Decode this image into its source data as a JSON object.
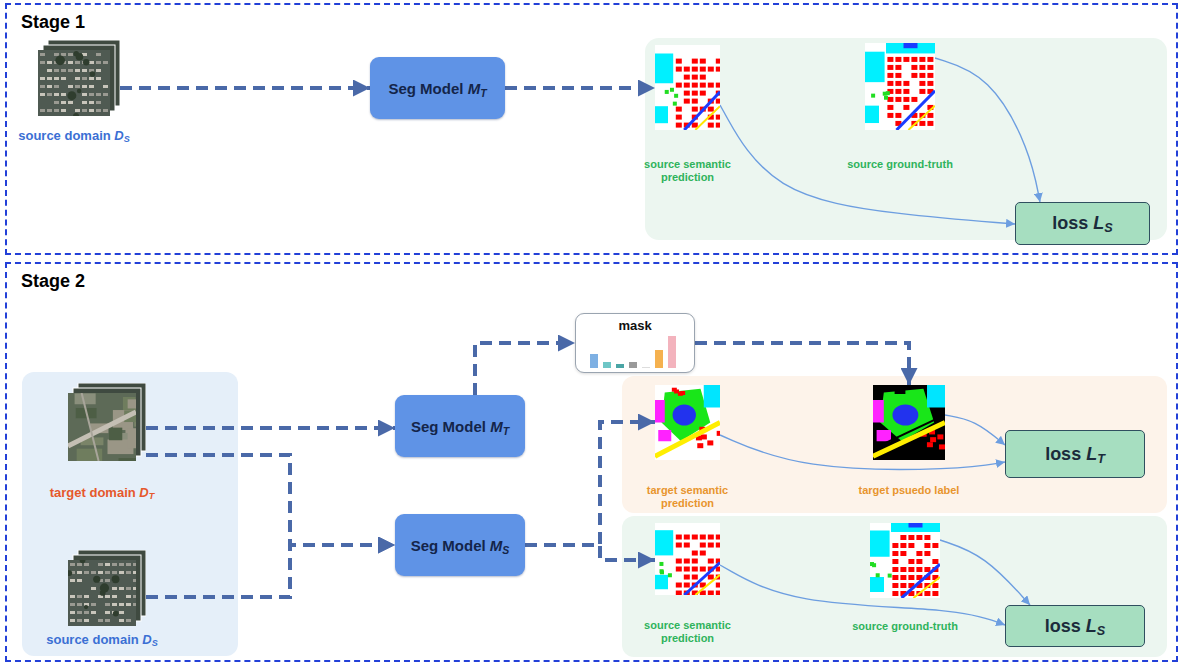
{
  "diagram": {
    "nodes": [
      {
        "text": [
          "Stage 1"
        ]
      },
      {
        "text": [
          "source domain DS"
        ],
        "in": 0
      },
      {
        "text": [
          "Seg Model MT"
        ],
        "in": 0
      },
      {
        "text": [
          "source semantic prediction"
        ],
        "in": 0
      },
      {
        "text": [
          "source ground-truth"
        ],
        "in": 0
      },
      {
        "text": [
          "loss LS"
        ],
        "in": 0
      },
      {
        "text": [
          "Stage 2"
        ]
      },
      {
        "text": [
          "target domain DT"
        ],
        "in": 6
      },
      {
        "text": [
          "source domain DS"
        ],
        "in": 6
      },
      {
        "text": [
          "Seg Model MT"
        ],
        "in": 6
      },
      {
        "text": [
          "Seg Model MS"
        ],
        "in": 6
      },
      {
        "text": [
          "mask"
        ],
        "in": 6
      },
      {
        "text": [
          "target semantic prediction"
        ],
        "in": 6
      },
      {
        "text": [
          "target psuedo label"
        ],
        "in": 6
      },
      {
        "text": [
          "loss LT"
        ],
        "in": 6
      },
      {
        "text": [
          "source semantic prediction"
        ],
        "in": 6
      },
      {
        "text": [
          "source ground-truth"
        ],
        "in": 6
      },
      {
        "text": [
          "loss LS"
        ],
        "in": 6
      }
    ],
    "edges": [
      {
        "from": 1,
        "to": 2,
        "arrow": "to"
      },
      {
        "from": 2,
        "to": 3,
        "arrow": "to"
      },
      {
        "from": 3,
        "to": 5,
        "arrow": "to"
      },
      {
        "from": 4,
        "to": 5,
        "arrow": "to"
      },
      {
        "from": 7,
        "to": 9,
        "arrow": "to"
      },
      {
        "from": 7,
        "to": 10,
        "arrow": "to"
      },
      {
        "from": 8,
        "to": 10,
        "arrow": "to"
      },
      {
        "from": 9,
        "to": 11,
        "arrow": "to"
      },
      {
        "from": 11,
        "to": 13,
        "arrow": "to"
      },
      {
        "from": 10,
        "to": 12,
        "arrow": "to"
      },
      {
        "from": 10,
        "to": 15,
        "arrow": "to"
      },
      {
        "from": 12,
        "to": 14,
        "arrow": "to"
      },
      {
        "from": 13,
        "to": 14,
        "arrow": "to"
      },
      {
        "from": 15,
        "to": 17,
        "arrow": "to"
      },
      {
        "from": 16,
        "to": 17,
        "arrow": "to"
      }
    ]
  }
}
